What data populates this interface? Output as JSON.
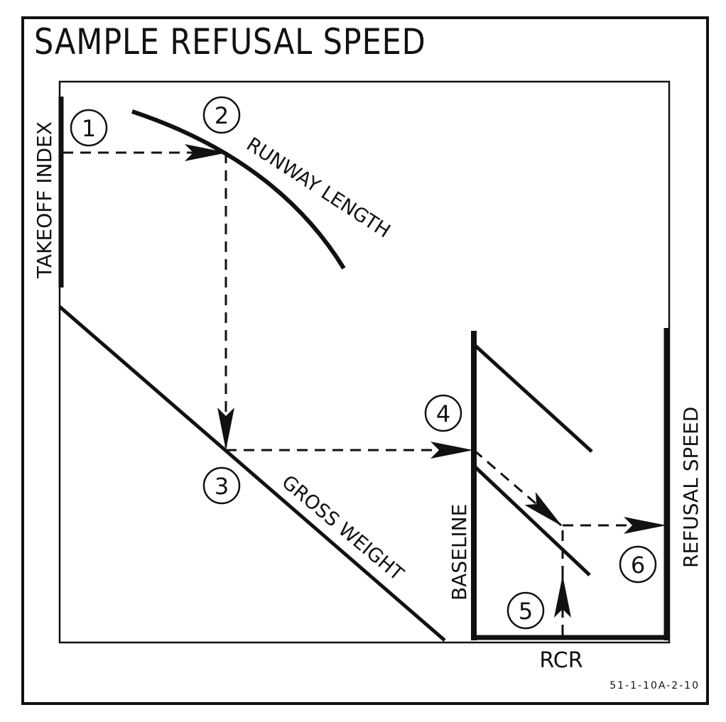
{
  "title": "SAMPLE REFUSAL SPEED",
  "labels": {
    "takeoff_index": "TAKEOFF INDEX",
    "runway_length": "RUNWAY LENGTH",
    "gross_weight": "GROSS WEIGHT",
    "baseline": "BASELINE",
    "refusal_speed": "REFUSAL SPEED",
    "rcr": "RCR",
    "figure_code": "51-1-10A-2-10"
  },
  "steps": [
    "1",
    "2",
    "3",
    "4",
    "5",
    "6"
  ],
  "colors": {
    "ink": "#111111",
    "background": "#ffffff"
  }
}
